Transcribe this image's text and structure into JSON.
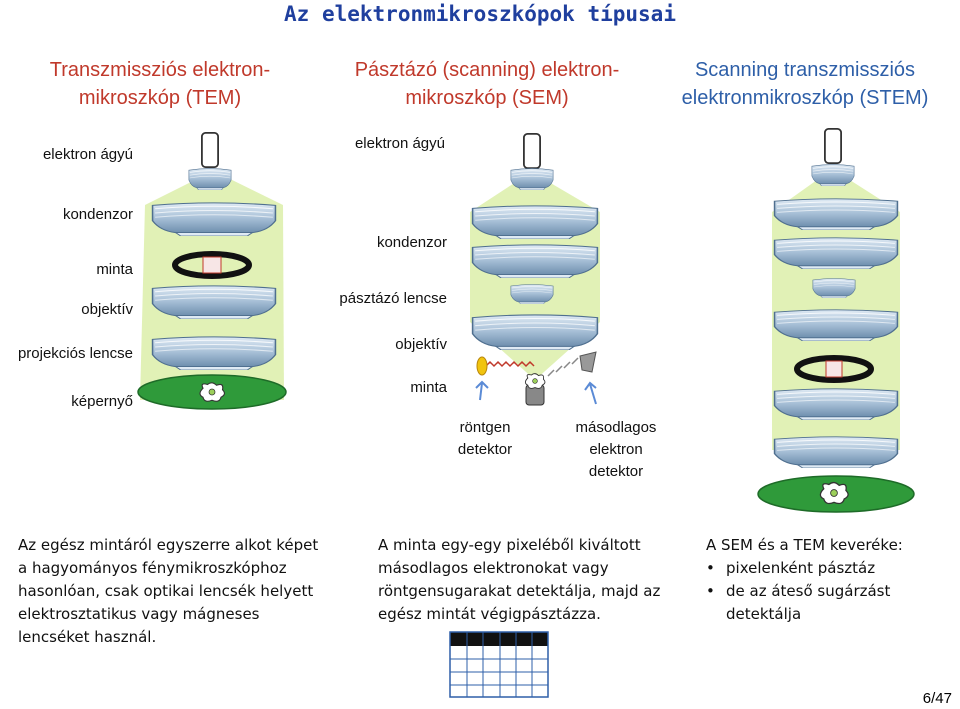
{
  "title": "Az elektronmikroszkópok típusai",
  "colors": {
    "title": "#1f3f9e",
    "tem": "#c0392b",
    "sem": "#c0392b",
    "stem": "#2e5fa8",
    "beam": "#c8e67a",
    "screen": "#2f9a3a",
    "lens": "#a9c1d8"
  },
  "tem": {
    "title_line1": "Transzmissziós elektron-",
    "title_line2": "mikroszkóp (TEM)",
    "labels": {
      "gun": "elektron ágyú",
      "condenser": "kondenzor",
      "sample": "minta",
      "objective": "objektív",
      "projection": "projekciós lencse",
      "screen": "képernyő"
    },
    "description": [
      "Az egész mintáról egyszerre alkot képet",
      "a hagyományos fénymikroszkóphoz",
      "hasonlóan, csak optikai lencsék helyett",
      "elektrosztatikus vagy mágneses",
      "lencséket használ."
    ]
  },
  "sem": {
    "title_line1": "Pásztázó (scanning) elektron-",
    "title_line2": "mikroszkóp (SEM)",
    "labels": {
      "gun": "elektron ágyú",
      "condenser": "kondenzor",
      "scan_lens": "pásztázó lencse",
      "objective": "objektív",
      "sample": "minta",
      "xray1": "röntgen",
      "xray2": "detektor",
      "sec1": "másodlagos",
      "sec2": "elektron",
      "sec3": "detektor"
    },
    "description": [
      "A minta egy-egy pixeléből kiváltott",
      "másodlagos elektronokat vagy",
      "röntgensugarakat detektálja, majd az",
      "egész mintát végigpásztázza."
    ]
  },
  "stem": {
    "title_line1": "Scanning transzmissziós",
    "title_line2": "elektronmikroszkóp (STEM)",
    "description_title": "A SEM és a TEM keveréke:",
    "bullets": [
      "pixelenként pásztáz",
      "de az áteső sugárzást",
      "detektálja"
    ]
  },
  "page_number": "6/47"
}
